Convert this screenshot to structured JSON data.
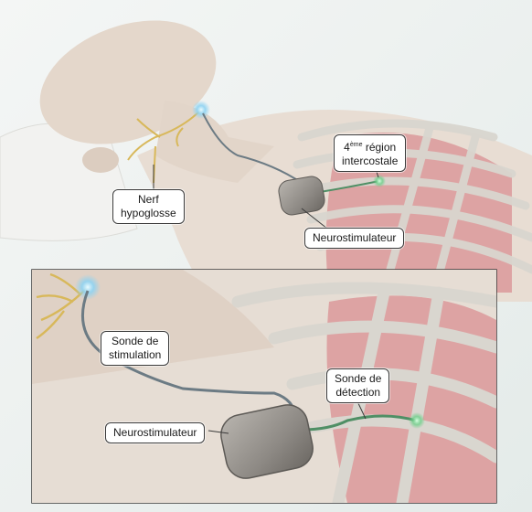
{
  "labels": {
    "hypoglossal_nerve": [
      "Nerf",
      "hypoglosse"
    ],
    "intercostal": {
      "prefix": "4",
      "superscript": "ème",
      "line1_rest": " région",
      "line2": "intercostale"
    },
    "neurostimulator_top": "Neurostimulateur",
    "stimulation_lead": [
      "Sonde de",
      "stimulation"
    ],
    "sensing_lead": [
      "Sonde de",
      "détection"
    ],
    "neurostimulator_inset": "Neurostimulateur"
  },
  "colors": {
    "skin": "#e6dcd2",
    "bone": "#d9d6cf",
    "lung": "#d98f93",
    "nerve": "#d8b85a",
    "lead": "#6c7b84",
    "sensing_lead": "#4f8f65",
    "glow": "#8fd3f2",
    "device": "#8d8984",
    "inset_border": "#3a3a3a"
  }
}
